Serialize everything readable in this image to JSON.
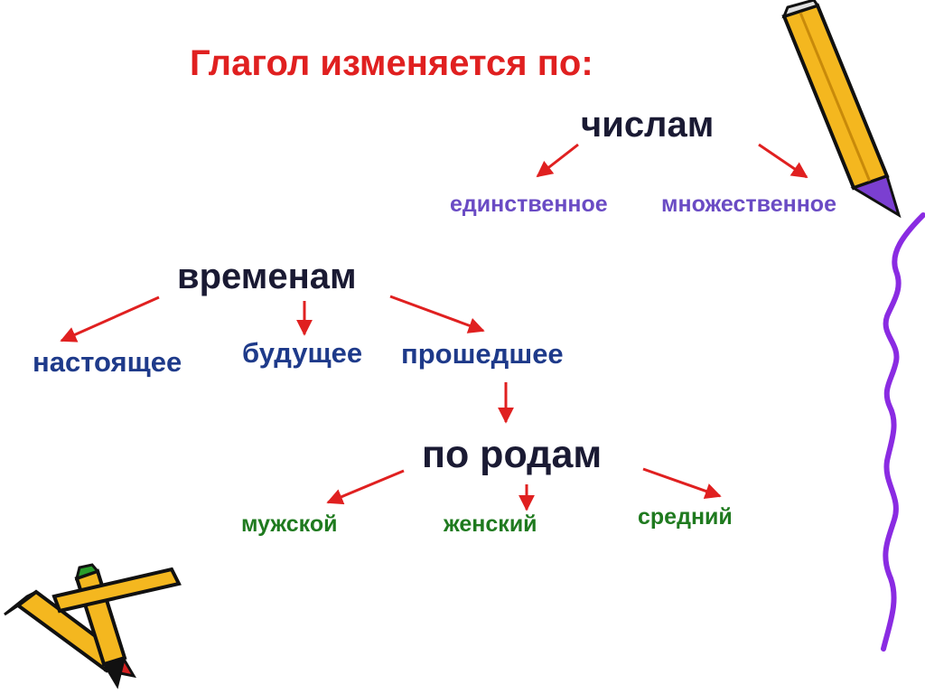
{
  "title": "Глагол изменяется по:",
  "numbers": {
    "label": "числам",
    "items": [
      "единственное",
      "множественное"
    ]
  },
  "tenses": {
    "label": "временам",
    "items": [
      "настоящее",
      "будущее",
      "прошедшее"
    ]
  },
  "genders": {
    "label": "по родам",
    "items": [
      "мужской",
      "женский",
      "средний"
    ]
  },
  "colors": {
    "title": "#e02020",
    "node": "#1a1a33",
    "numbers_items": "#6a4bc4",
    "tenses_items": "#1e3a8a",
    "genders_items": "#1f7a1f",
    "arrow": "#e02020",
    "pencil_body": "#f4b71f",
    "pencil_outline": "#111111",
    "squiggle": "#8a2be2"
  },
  "icons": [
    "pencil-top-right",
    "pencils-bottom-left",
    "squiggle-line-right"
  ]
}
